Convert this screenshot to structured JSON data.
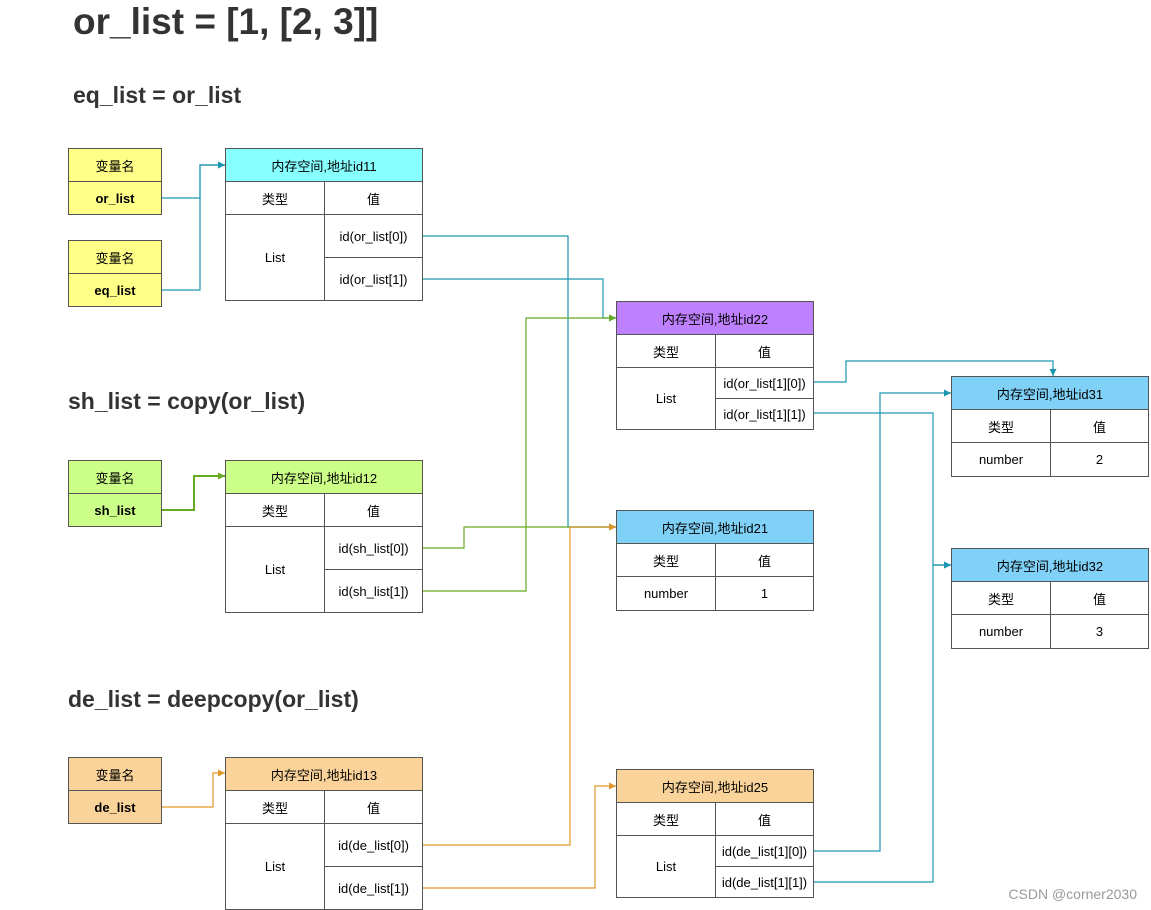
{
  "headings": {
    "main": "or_list = [1, [2, 3]]",
    "eq": "eq_list = or_list",
    "sh": "sh_list = copy(or_list)",
    "de": "de_list = deepcopy(or_list)"
  },
  "colors": {
    "yellow": "#ffff88",
    "green": "#ccff88",
    "orange": "#fad39a",
    "cyan": "#88ffff",
    "purple": "#bf80ff",
    "blue": "#80d1f7",
    "wire_teal": "#1a96b0",
    "wire_green": "#66aa22",
    "wire_orange": "#e0962a"
  },
  "var_boxes": [
    {
      "id": "v-or",
      "header": "变量名",
      "name": "or_list",
      "color": "yellow"
    },
    {
      "id": "v-eq",
      "header": "变量名",
      "name": "eq_list",
      "color": "yellow"
    },
    {
      "id": "v-sh",
      "header": "变量名",
      "name": "sh_list",
      "color": "green"
    },
    {
      "id": "v-de",
      "header": "变量名",
      "name": "de_list",
      "color": "orange"
    }
  ],
  "list_boxes": [
    {
      "id": "id11",
      "title": "内存空间,地址id11",
      "col_type": "类型",
      "col_val": "值",
      "type": "List",
      "entries": [
        "id(or_list[0])",
        "id(or_list[1])"
      ],
      "color": "cyan"
    },
    {
      "id": "id12",
      "title": "内存空间,地址id12",
      "col_type": "类型",
      "col_val": "值",
      "type": "List",
      "entries": [
        "id(sh_list[0])",
        "id(sh_list[1])"
      ],
      "color": "green"
    },
    {
      "id": "id13",
      "title": "内存空间,地址id13",
      "col_type": "类型",
      "col_val": "值",
      "type": "List",
      "entries": [
        "id(de_list[0])",
        "id(de_list[1])"
      ],
      "color": "orange"
    },
    {
      "id": "id22",
      "title": "内存空间,地址id22",
      "col_type": "类型",
      "col_val": "值",
      "type": "List",
      "entries": [
        "id(or_list[1][0])",
        "id(or_list[1][1])"
      ],
      "color": "purple"
    },
    {
      "id": "id25",
      "title": "内存空间,地址id25",
      "col_type": "类型",
      "col_val": "值",
      "type": "List",
      "entries": [
        "id(de_list[1][0])",
        "id(de_list[1][1])"
      ],
      "color": "orange"
    }
  ],
  "num_boxes": [
    {
      "id": "id21",
      "title": "内存空间,地址id21",
      "col_type": "类型",
      "col_val": "值",
      "type": "number",
      "value": "1",
      "color": "blue"
    },
    {
      "id": "id31",
      "title": "内存空间,地址id31",
      "col_type": "类型",
      "col_val": "值",
      "type": "number",
      "value": "2",
      "color": "blue"
    },
    {
      "id": "id32",
      "title": "内存空间,地址id32",
      "col_type": "类型",
      "col_val": "值",
      "type": "number",
      "value": "3",
      "color": "blue"
    }
  ],
  "edges": [
    {
      "from": "v-or",
      "to": "id11",
      "color": "wire_teal"
    },
    {
      "from": "v-eq",
      "to": "id11",
      "color": "wire_teal"
    },
    {
      "from": "id11.0",
      "to": "id21",
      "color": "wire_teal"
    },
    {
      "from": "id11.1",
      "to": "id22",
      "color": "wire_teal"
    },
    {
      "from": "id22.0",
      "to": "id31",
      "color": "wire_teal"
    },
    {
      "from": "id22.1",
      "to": "id32",
      "color": "wire_teal"
    },
    {
      "from": "v-sh",
      "to": "id12",
      "color": "wire_green"
    },
    {
      "from": "id12.0",
      "to": "id21",
      "color": "wire_green"
    },
    {
      "from": "id12.1",
      "to": "id22",
      "color": "wire_green"
    },
    {
      "from": "v-de",
      "to": "id13",
      "color": "wire_orange"
    },
    {
      "from": "id13.0",
      "to": "id21",
      "color": "wire_orange"
    },
    {
      "from": "id13.1",
      "to": "id25",
      "color": "wire_orange"
    },
    {
      "from": "id25.0",
      "to": "id31",
      "color": "wire_teal"
    },
    {
      "from": "id25.1",
      "to": "id32",
      "color": "wire_teal"
    }
  ],
  "watermark": "CSDN @corner2030"
}
